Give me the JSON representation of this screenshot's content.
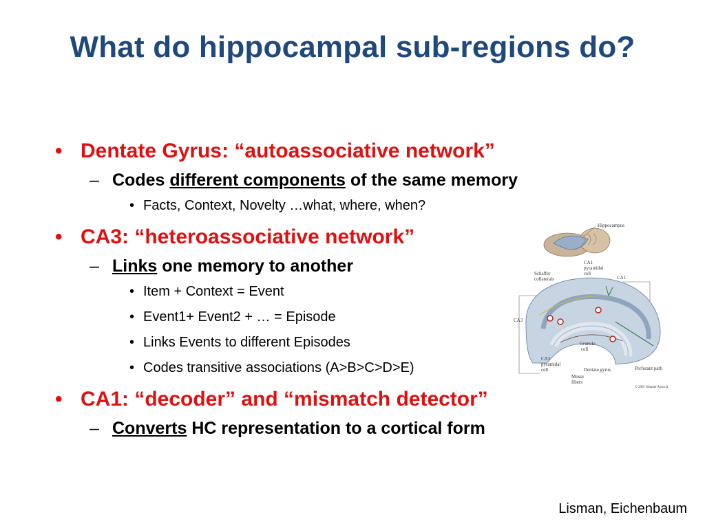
{
  "slide": {
    "title": "What do hippocampal sub-regions do?",
    "credit": "Lisman, Eichenbaum"
  },
  "bullets": {
    "dg": {
      "heading": "Dentate Gyrus: “autoassociative network”",
      "sub": {
        "pre": "Codes ",
        "u": "different components",
        "post": " of the same memory"
      },
      "items": [
        "Facts, Context, Novelty …what, where, when?"
      ]
    },
    "ca3": {
      "heading": "CA3: “heteroassociative network”",
      "sub": {
        "u": "Links",
        "post": " one memory to another"
      },
      "items": [
        "Item + Context = Event",
        "Event1+ Event2 + … = Episode",
        "Links Events to different Episodes",
        "Codes transitive associations (A>B>C>D>E)"
      ]
    },
    "ca1": {
      "heading": "CA1: “decoder” and “mismatch detector”",
      "sub": {
        "u": "Converts",
        "post": " HC representation to a cortical form"
      }
    }
  },
  "figure": {
    "labels": {
      "hippocampus": "Hippocampus",
      "ca1_cell1": "CA1",
      "ca1_cell2": "pyramidal",
      "ca1_cell3": "cell",
      "schaffer1": "Schaffer",
      "schaffer2": "collaterals",
      "ca1": "CA1",
      "ca3": "CA3",
      "granule1": "Granule",
      "granule2": "cell",
      "ca3_cell1": "CA3",
      "ca3_cell2": "pyramidal",
      "ca3_cell3": "cell",
      "dentate": "Dentate gyrus",
      "perforant": "Perforant path",
      "mossy1": "Mossy",
      "mossy2": "fibers",
      "copyright": "© 2001 Sinauer Associa"
    }
  }
}
